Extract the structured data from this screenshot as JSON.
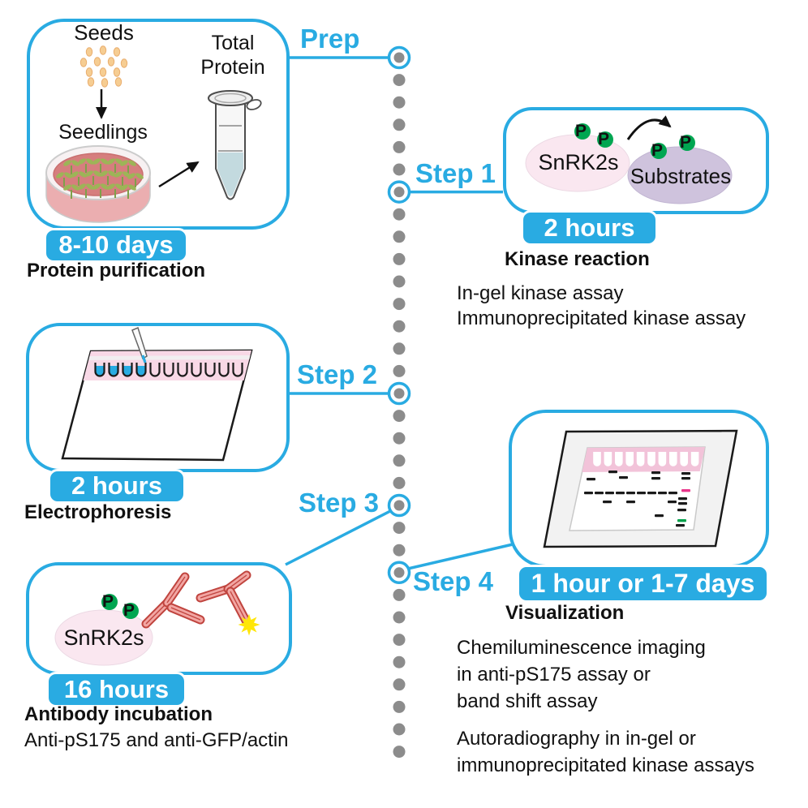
{
  "colors": {
    "accent": "#29abe2",
    "dot": "#8c8c8c",
    "phosphate_green": "#00a651",
    "antibody_outline": "#c0443e",
    "antibody_fill": "#f2a6a3",
    "star_yellow": "#ffe608",
    "band_magenta": "#e9368b",
    "band_green": "#00a14b",
    "seed_tan": "#f6cd92",
    "seed_outline": "#e9ae6f",
    "sprout_green": "#9db457",
    "petri_media": "#d67e7e",
    "petri_side": "#ebaeb0",
    "gel_pink": "#f8d8e6",
    "comb_pink": "#f2c3d9",
    "tube_liquid": "#c3dadf",
    "snrk2s_pink": "#fae7f0",
    "substrate_purple": "#cfc3dd"
  },
  "timeline": {
    "steps": [
      {
        "label": "Prep",
        "duration": "8-10 days",
        "title": "Protein purification",
        "notes": []
      },
      {
        "label": "Step 1",
        "duration": "2 hours",
        "title": "Kinase reaction",
        "notes": [
          "In-gel kinase assay",
          "Immunoprecipitated kinase assay"
        ]
      },
      {
        "label": "Step 2",
        "duration": "2 hours",
        "title": "Electrophoresis",
        "notes": []
      },
      {
        "label": "Step 3",
        "duration": "16 hours",
        "title": "Antibody incubation",
        "notes": [
          "Anti-pS175 and anti-GFP/actin"
        ]
      },
      {
        "label": "Step 4",
        "duration": "1 hour or 1-7 days",
        "title": "Visualization",
        "notes_paragraphs": [
          [
            "Chemiluminescence imaging",
            "in anti-pS175 assay or",
            "band shift assay"
          ],
          [
            "Autoradiography in in-gel or",
            "immunoprecipitated kinase assays"
          ]
        ]
      }
    ]
  },
  "prep_box": {
    "seeds": "Seeds",
    "seedlings": "Seedlings",
    "total_protein": "Total Protein"
  },
  "kinase_box": {
    "enzyme": "SnRK2s",
    "substrate": "Substrates"
  },
  "antibody_box": {
    "enzyme": "SnRK2s"
  },
  "art": {
    "phosphate": "P"
  }
}
